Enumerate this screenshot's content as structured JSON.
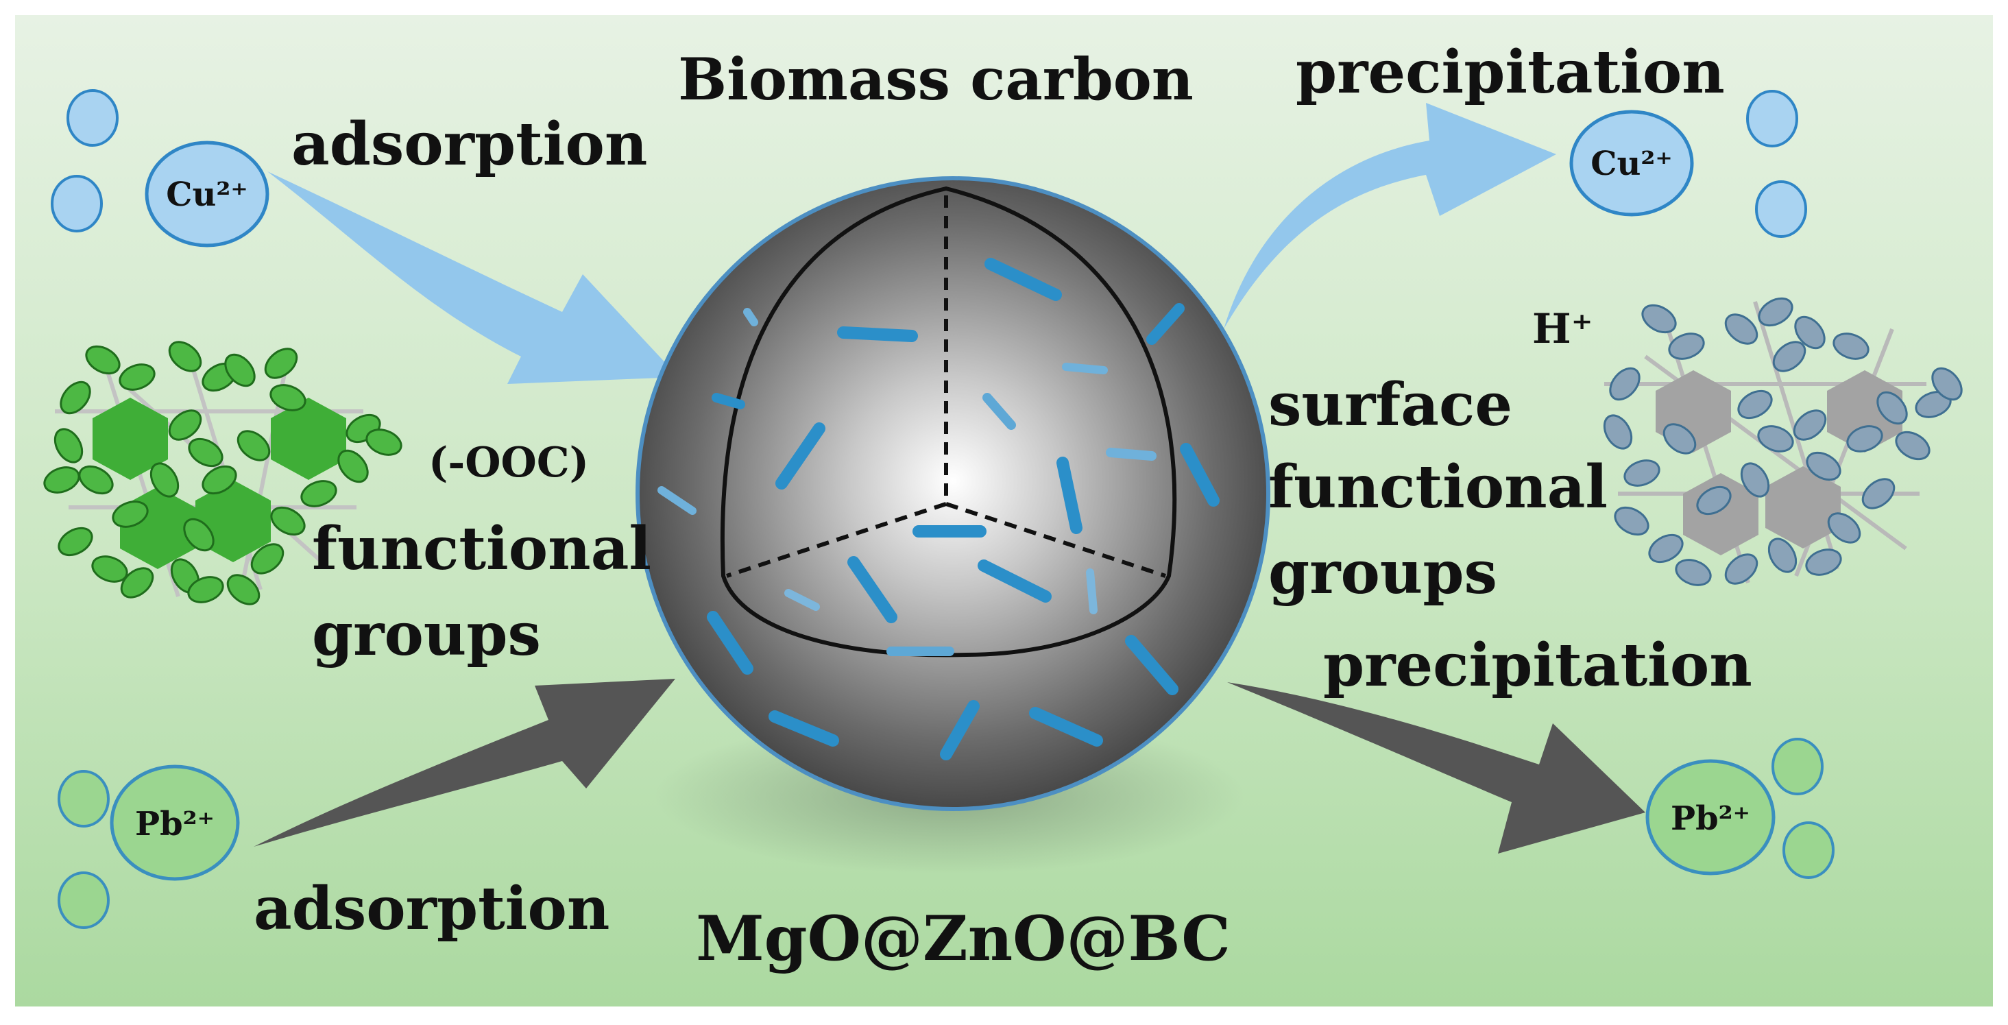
{
  "labels": {
    "biomass_carbon": "Biomass carbon",
    "adsorption_top": "adsorption",
    "adsorption_bottom": "adsorption",
    "precipitation_top": "precipitation",
    "precipitation_bottom": "precipitation",
    "ooc": "(-OOC)",
    "functional_left": "functional",
    "groups_left": "groups",
    "surface_right": "surface",
    "functional_right": "functional",
    "groups_right": "groups",
    "h_plus": "H⁺",
    "composite": "MgO@ZnO@BC"
  },
  "ions": {
    "cu_left": "Cu²⁺",
    "cu_right": "Cu²⁺",
    "pb_left": "Pb²⁺",
    "pb_right": "Pb²⁺"
  },
  "colors": {
    "background_top": "#e6f1e3",
    "background_bottom": "#b2dca8",
    "cu_fill": "#a9d3f1",
    "cu_stroke": "#2f86c6",
    "pb_fill": "#9bd690",
    "pb_stroke": "#3a8fbf",
    "blue_arrow": "#93c7ec",
    "grey_arrow": "#555555",
    "rod": "#2b8fc9",
    "green_network": "#3fae37",
    "grey_network": "#9c9c9c"
  }
}
